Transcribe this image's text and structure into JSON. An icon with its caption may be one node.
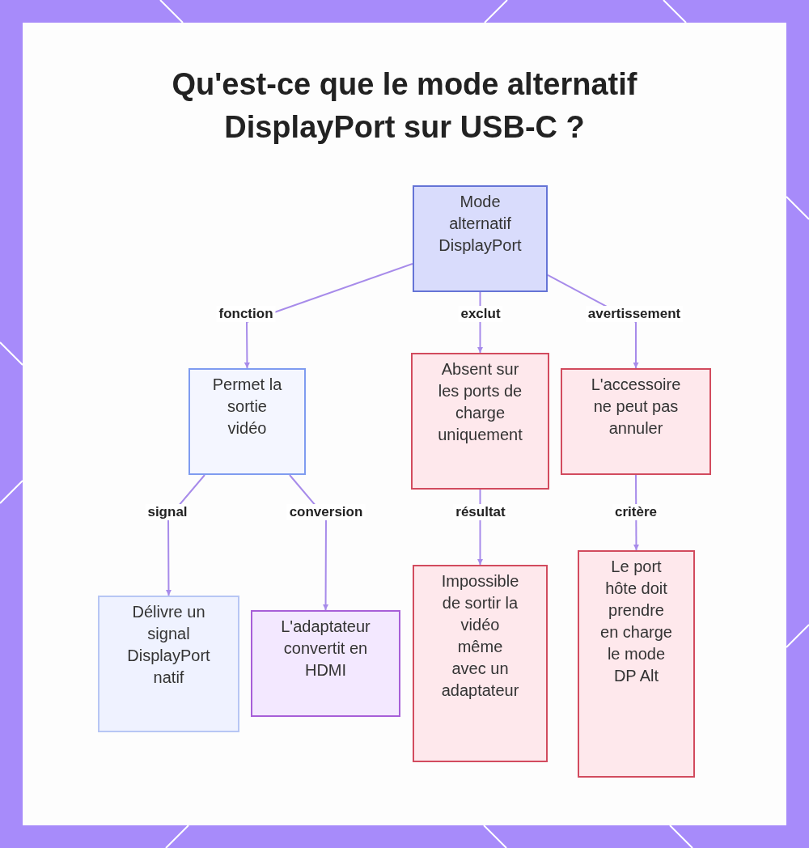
{
  "diagram": {
    "title": "Qu'est-ce que le mode alternatif DisplayPort sur USB-C ?",
    "nodes": [
      {
        "text": [
          "Mode alternatif DisplayPort"
        ]
      },
      {
        "text": [
          "Permet la sortie vidéo"
        ]
      },
      {
        "text": [
          "Absent sur les ports de charge uniquement"
        ]
      },
      {
        "text": [
          "L'accessoire ne peut pas annuler"
        ]
      },
      {
        "text": [
          "Délivre un signal DisplayPort natif"
        ]
      },
      {
        "text": [
          "L'adaptateur convertit en HDMI"
        ]
      },
      {
        "text": [
          "Impossible de sortir la vidéo même avec un adaptateur"
        ]
      },
      {
        "text": [
          "Le port hôte doit prendre en charge le mode DP Alt"
        ]
      }
    ],
    "edges": [
      {
        "from": 0,
        "to": 1,
        "arrow": "to",
        "label": "fonction"
      },
      {
        "from": 0,
        "to": 2,
        "arrow": "to",
        "label": "exclut"
      },
      {
        "from": 0,
        "to": 3,
        "arrow": "to",
        "label": "avertissement"
      },
      {
        "from": 1,
        "to": 4,
        "arrow": "to",
        "label": "signal"
      },
      {
        "from": 1,
        "to": 5,
        "arrow": "to",
        "label": "conversion"
      },
      {
        "from": 2,
        "to": 6,
        "arrow": "to",
        "label": "résultat"
      },
      {
        "from": 3,
        "to": 7,
        "arrow": "to",
        "label": "critère"
      }
    ]
  }
}
